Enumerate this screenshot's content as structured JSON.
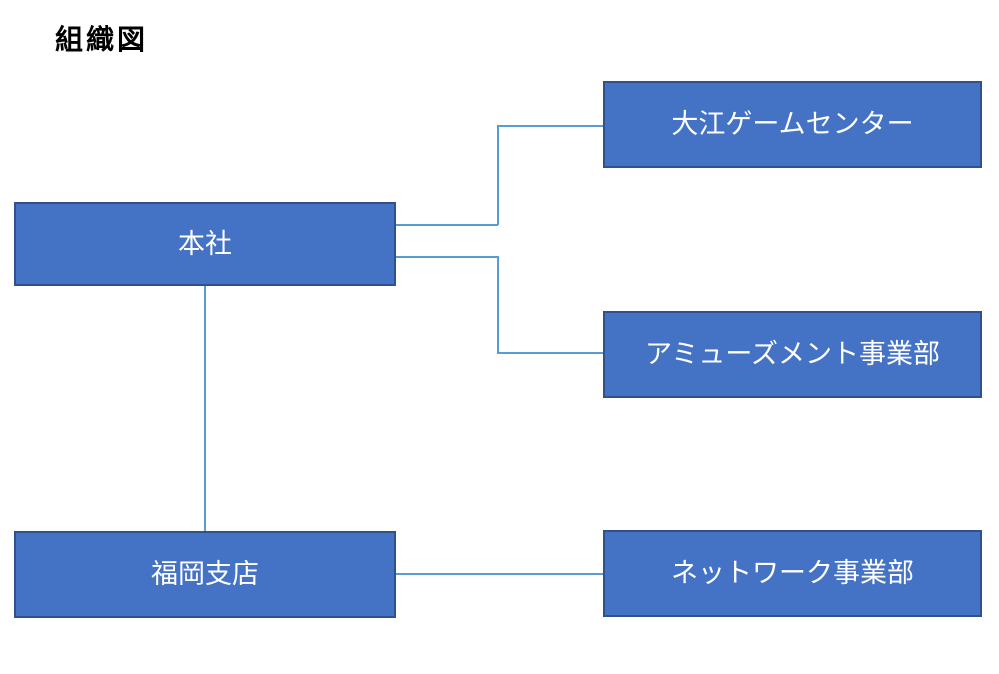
{
  "title": "組織図",
  "diagram_type": "org-chart",
  "colors": {
    "node_fill": "#4472C4",
    "node_border": "#2F528F",
    "connector": "#5B9BD5",
    "node_text": "#FFFFFF",
    "title_text": "#000000",
    "background": "#FFFFFF"
  },
  "nodes": {
    "honsha": {
      "label": "本社"
    },
    "fukuoka": {
      "label": "福岡支店"
    },
    "oe": {
      "label": "大江ゲームセンター"
    },
    "amusement": {
      "label": "アミューズメント事業部"
    },
    "network": {
      "label": "ネットワーク事業部"
    }
  },
  "edges": [
    {
      "from": "本社",
      "to": "大江ゲームセンター"
    },
    {
      "from": "本社",
      "to": "アミューズメント事業部"
    },
    {
      "from": "本社",
      "to": "福岡支店"
    },
    {
      "from": "福岡支店",
      "to": "ネットワーク事業部"
    }
  ]
}
